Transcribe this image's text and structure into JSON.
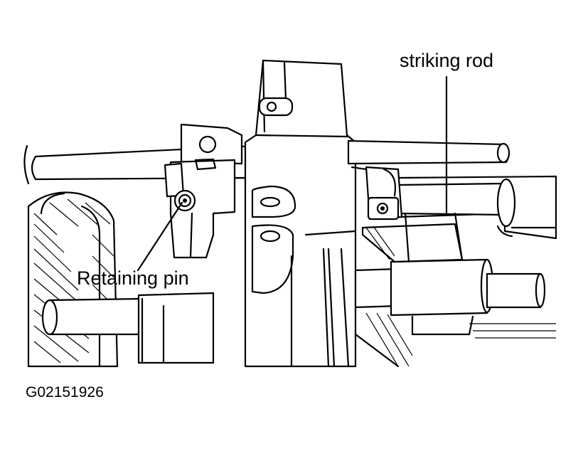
{
  "labels": {
    "striking_rod": "striking rod",
    "retaining_pin": "Retaining pin"
  },
  "figure_code": "G02151926",
  "colors": {
    "line": "#000000",
    "background": "#ffffff"
  }
}
